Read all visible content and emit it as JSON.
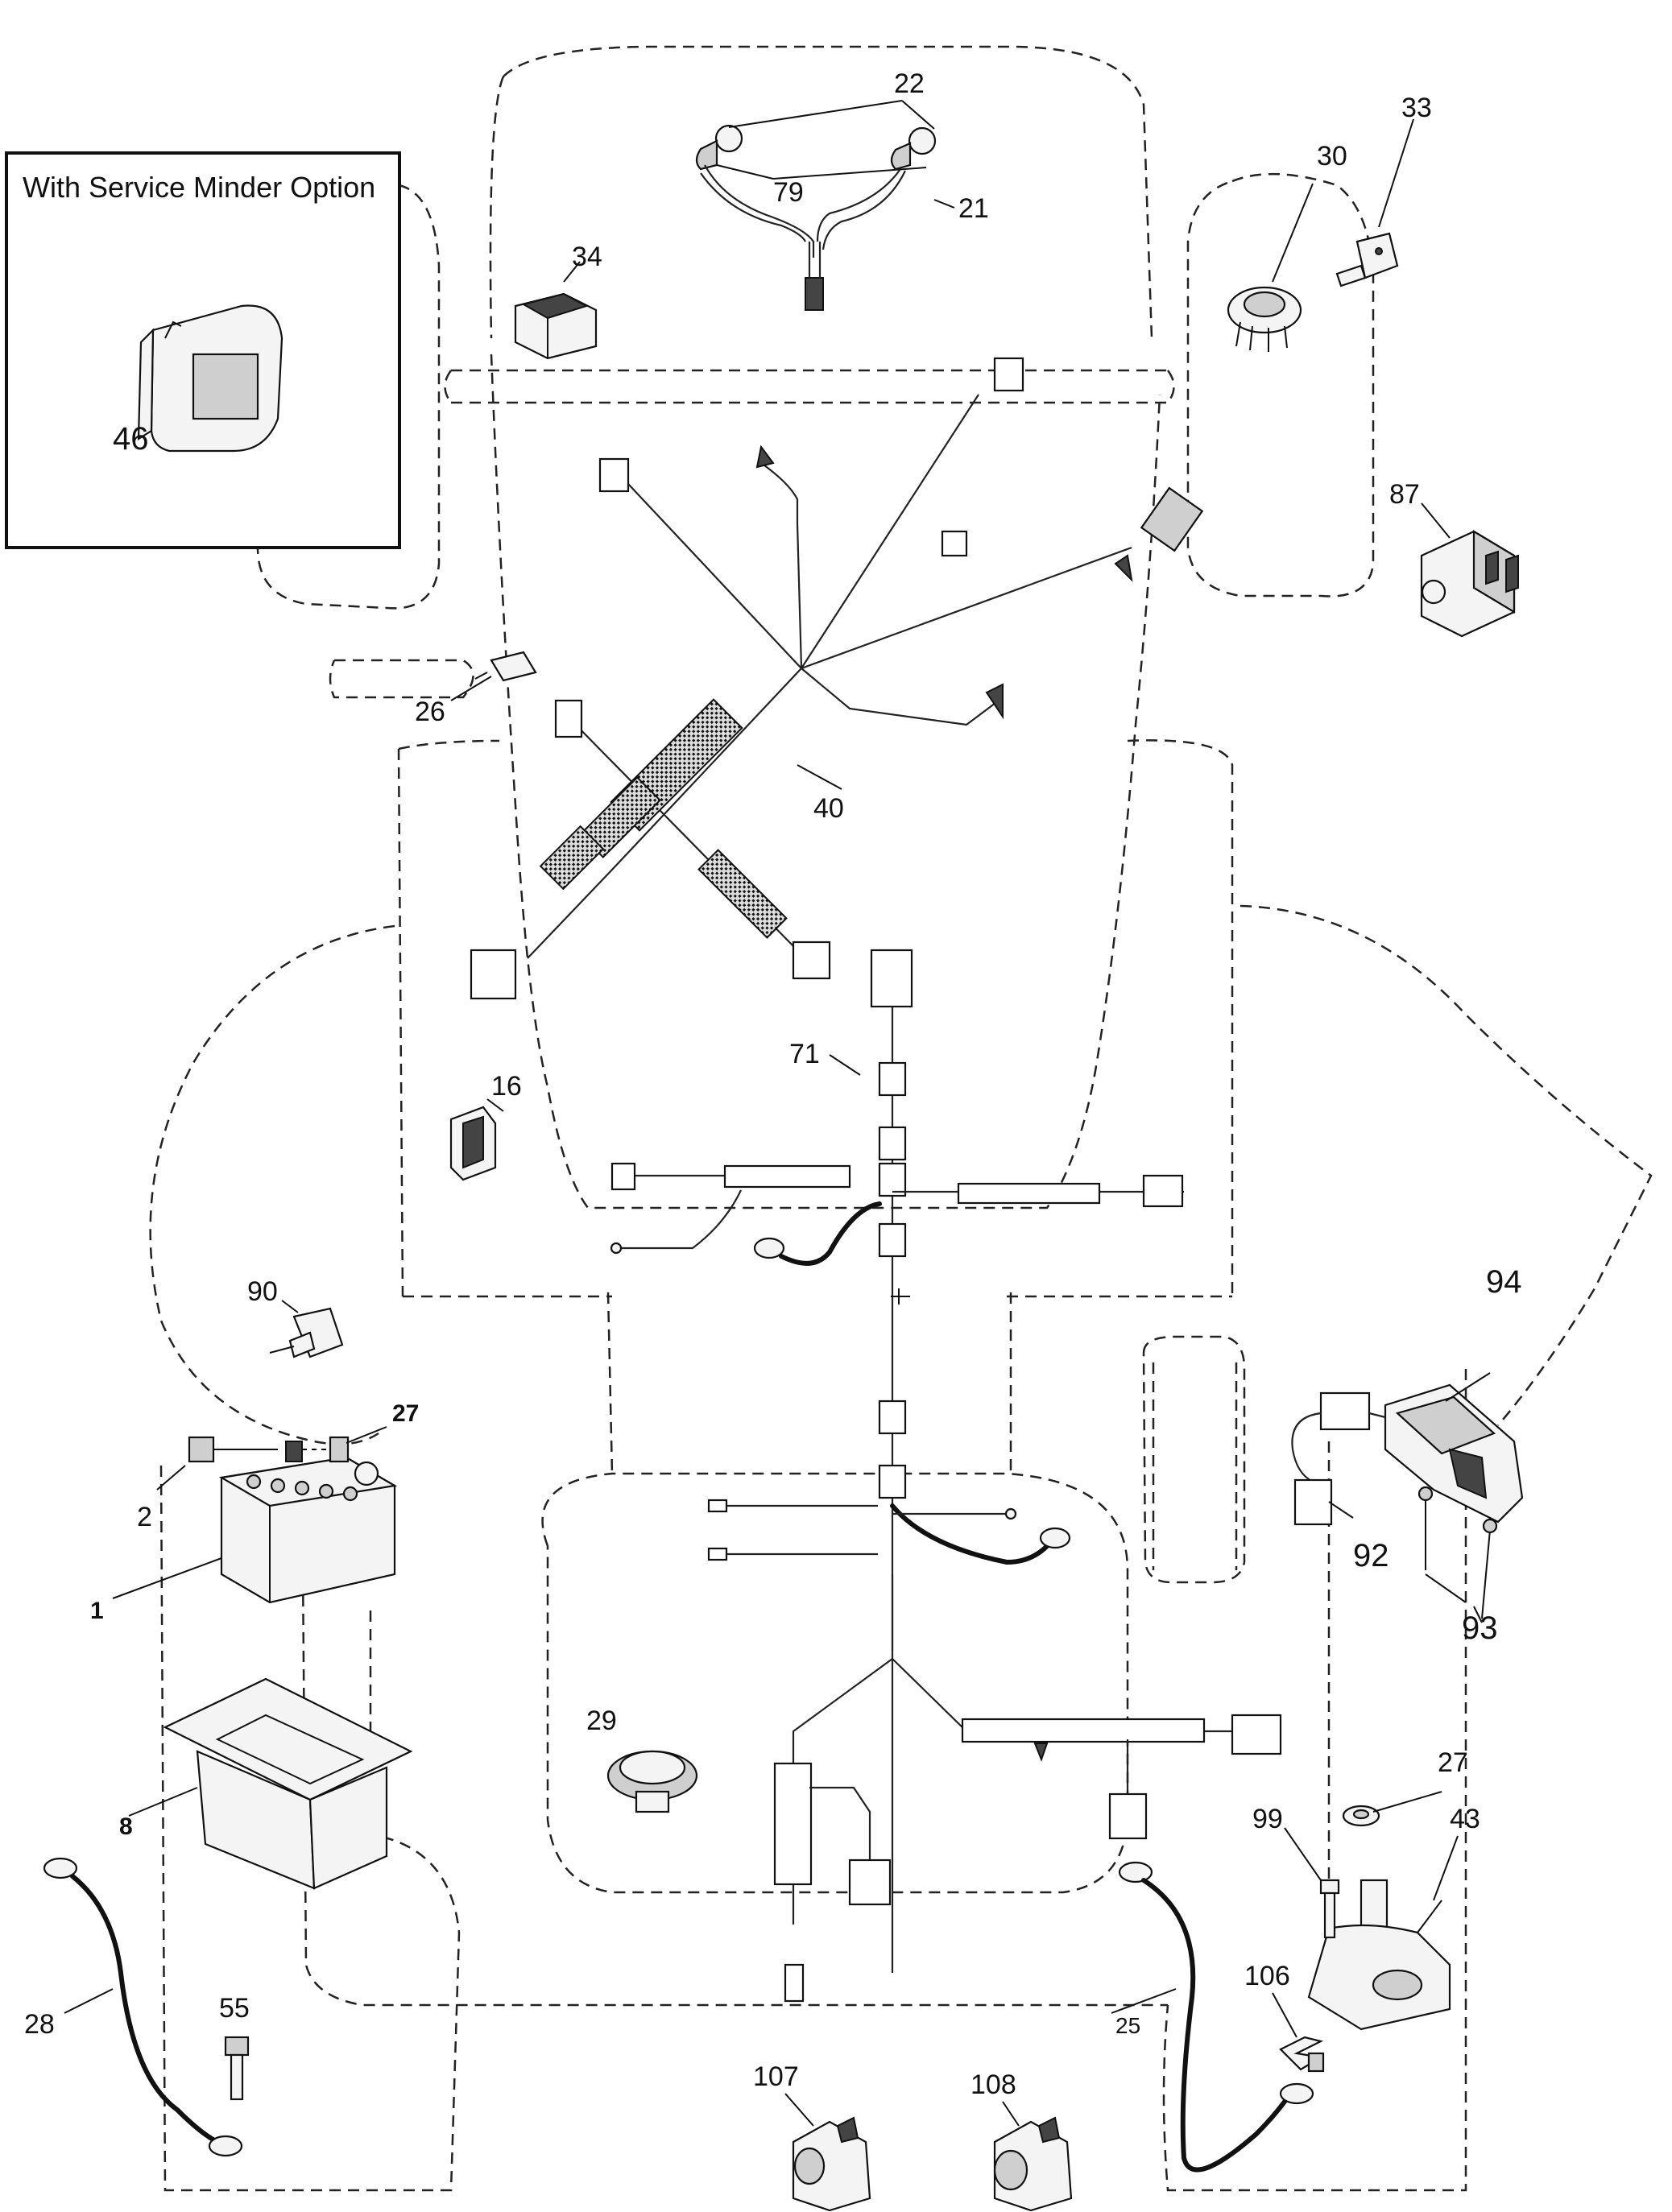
{
  "inset": {
    "title": "With Service Minder Option"
  },
  "callouts": [
    {
      "id": "c22",
      "text": "22"
    },
    {
      "id": "c79",
      "text": "79"
    },
    {
      "id": "c21",
      "text": "21"
    },
    {
      "id": "c33",
      "text": "33"
    },
    {
      "id": "c30",
      "text": "30"
    },
    {
      "id": "c34",
      "text": "34"
    },
    {
      "id": "c46",
      "text": "46"
    },
    {
      "id": "c87",
      "text": "87"
    },
    {
      "id": "c26",
      "text": "26"
    },
    {
      "id": "c40",
      "text": "40"
    },
    {
      "id": "c71",
      "text": "71"
    },
    {
      "id": "c16",
      "text": "16"
    },
    {
      "id": "c90",
      "text": "90"
    },
    {
      "id": "c94",
      "text": "94"
    },
    {
      "id": "c27a",
      "text": "27"
    },
    {
      "id": "c2",
      "text": "2"
    },
    {
      "id": "c1",
      "text": "1"
    },
    {
      "id": "c92",
      "text": "92"
    },
    {
      "id": "c93",
      "text": "93"
    },
    {
      "id": "c29",
      "text": "29"
    },
    {
      "id": "c8",
      "text": "8"
    },
    {
      "id": "c27b",
      "text": "27"
    },
    {
      "id": "c43",
      "text": "43"
    },
    {
      "id": "c99",
      "text": "99"
    },
    {
      "id": "c28",
      "text": "28"
    },
    {
      "id": "c55",
      "text": "55"
    },
    {
      "id": "c106",
      "text": "106"
    },
    {
      "id": "c25",
      "text": "25"
    },
    {
      "id": "c107",
      "text": "107"
    },
    {
      "id": "c108",
      "text": "108"
    }
  ]
}
